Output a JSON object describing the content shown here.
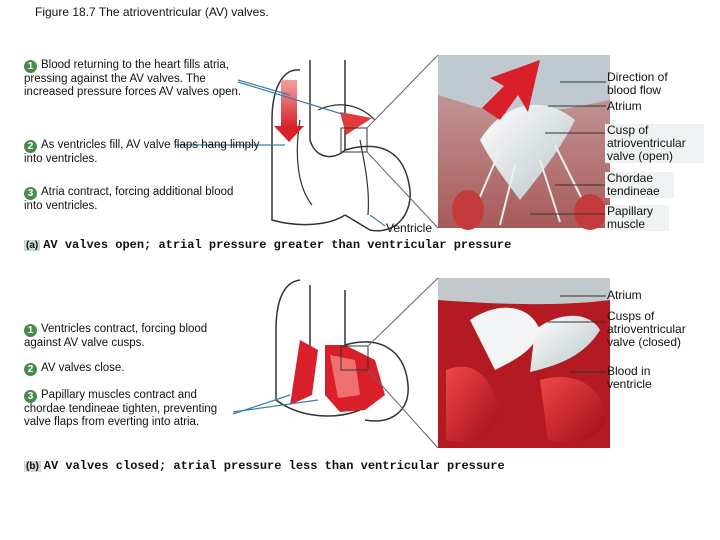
{
  "figure_title": "Figure 18.7  The atrioventricular (AV) valves.",
  "panel_a": {
    "letter": "(a)",
    "caption": "AV valves open; atrial pressure greater than ventricular pressure",
    "steps": [
      {
        "num": "1",
        "text": "Blood returning to the heart fills atria, pressing against the AV valves. The increased pressure forces AV valves open."
      },
      {
        "num": "2",
        "text": "As ventricles fill, AV valve flaps hang limply into ventricles."
      },
      {
        "num": "3",
        "text": "Atria contract, forcing additional blood into ventricles."
      }
    ],
    "ventricle_label": "Ventricle",
    "labels": {
      "direction": "Direction of blood flow",
      "atrium": "Atrium",
      "cusp": "Cusp of atrioventricular valve (open)",
      "chordae": "Chordae tendineae",
      "papillary": "Papillary muscle"
    }
  },
  "panel_b": {
    "letter": "(b)",
    "caption": "AV valves closed; atrial pressure less than ventricular pressure",
    "steps": [
      {
        "num": "1",
        "text": "Ventricles contract, forcing blood against AV valve cusps."
      },
      {
        "num": "2",
        "text": "AV valves close."
      },
      {
        "num": "3",
        "text": "Papillary muscles contract and chordae tendineae tighten, preventing valve flaps from everting into atria."
      }
    ],
    "labels": {
      "atrium": "Atrium",
      "cusps": "Cusps of atrioventricular valve (closed)",
      "blood": "Blood in ventricle"
    }
  },
  "colors": {
    "blood_red": "#d81f2a",
    "step_number": "#4a8a4a",
    "leader_line": "#3a7fa8"
  }
}
